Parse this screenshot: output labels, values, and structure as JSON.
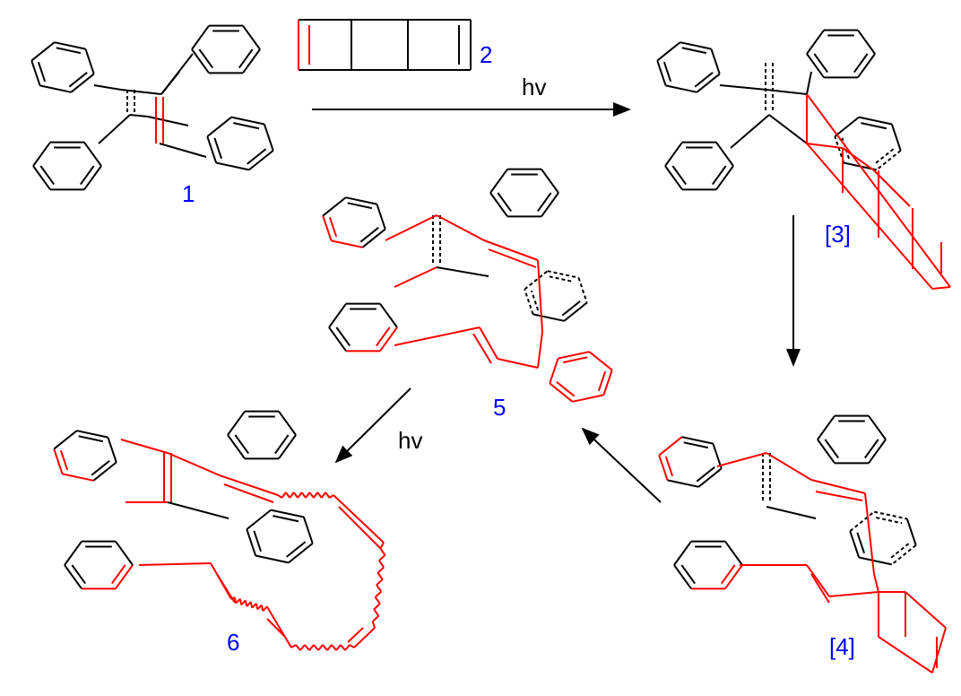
{
  "labels": {
    "compound_1": "1",
    "compound_2": "2",
    "compound_3": "[3]",
    "compound_4": "[4]",
    "compound_5": "5",
    "compound_6": "6",
    "hv_top": "hv",
    "hv_left": "hv"
  },
  "colors": {
    "bond": "#000000",
    "highlight": "#ff0000",
    "label": "#0000ff"
  }
}
